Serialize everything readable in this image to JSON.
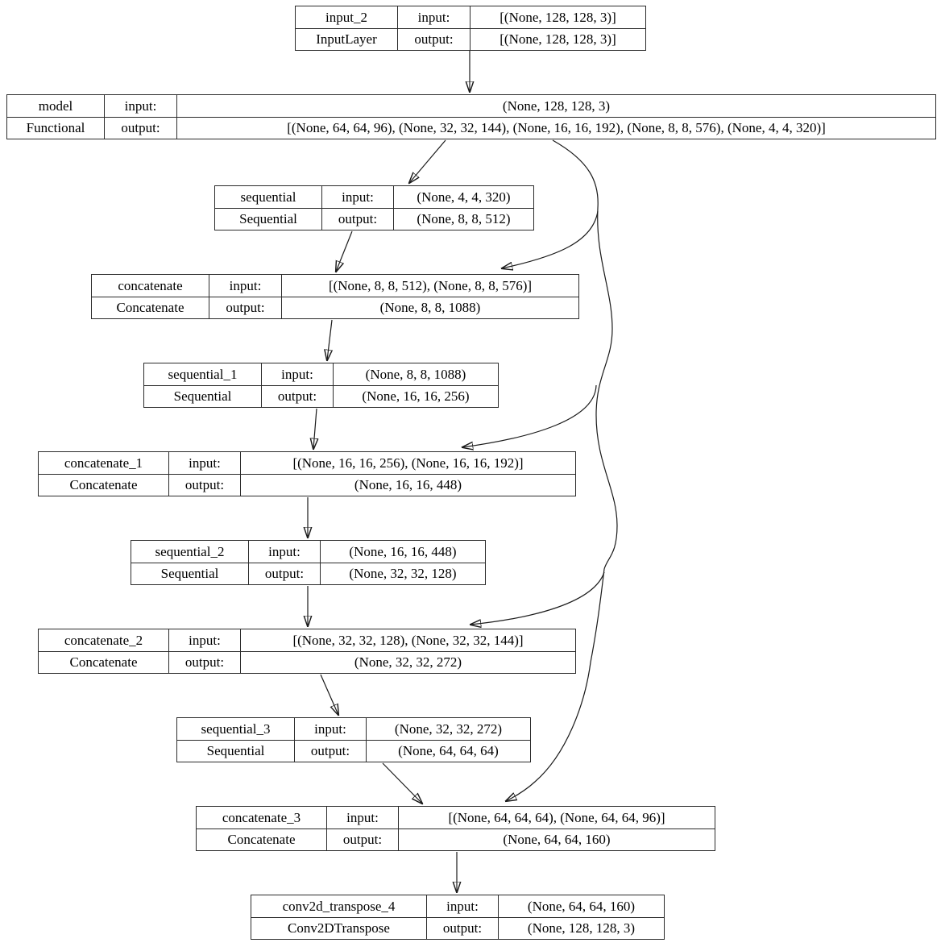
{
  "labels": {
    "input": "input:",
    "output": "output:"
  },
  "colors": {
    "background": "#ffffff",
    "border": "#2b2b2b",
    "text": "#000000",
    "edge": "#1a1a1a"
  },
  "nodes": [
    {
      "name": "input_2",
      "type": "InputLayer",
      "input": "[(None, 128, 128, 3)]",
      "output": "[(None, 128, 128, 3)]"
    },
    {
      "name": "model",
      "type": "Functional",
      "input": "(None, 128, 128, 3)",
      "output": "[(None, 64, 64, 96), (None, 32, 32, 144), (None, 16, 16, 192), (None, 8, 8, 576), (None, 4, 4, 320)]"
    },
    {
      "name": "sequential",
      "type": "Sequential",
      "input": "(None, 4, 4, 320)",
      "output": "(None, 8, 8, 512)"
    },
    {
      "name": "concatenate",
      "type": "Concatenate",
      "input": "[(None, 8, 8, 512), (None, 8, 8, 576)]",
      "output": "(None, 8, 8, 1088)"
    },
    {
      "name": "sequential_1",
      "type": "Sequential",
      "input": "(None, 8, 8, 1088)",
      "output": "(None, 16, 16, 256)"
    },
    {
      "name": "concatenate_1",
      "type": "Concatenate",
      "input": "[(None, 16, 16, 256), (None, 16, 16, 192)]",
      "output": "(None, 16, 16, 448)"
    },
    {
      "name": "sequential_2",
      "type": "Sequential",
      "input": "(None, 16, 16, 448)",
      "output": "(None, 32, 32, 128)"
    },
    {
      "name": "concatenate_2",
      "type": "Concatenate",
      "input": "[(None, 32, 32, 128), (None, 32, 32, 144)]",
      "output": "(None, 32, 32, 272)"
    },
    {
      "name": "sequential_3",
      "type": "Sequential",
      "input": "(None, 32, 32, 272)",
      "output": "(None, 64, 64, 64)"
    },
    {
      "name": "concatenate_3",
      "type": "Concatenate",
      "input": "[(None, 64, 64, 64), (None, 64, 64, 96)]",
      "output": "(None, 64, 64, 160)"
    },
    {
      "name": "conv2d_transpose_4",
      "type": "Conv2DTranspose",
      "input": "(None, 64, 64, 160)",
      "output": "(None, 128, 128, 3)"
    }
  ],
  "edges": [
    {
      "from": "input_2",
      "to": "model"
    },
    {
      "from": "model",
      "to": "sequential"
    },
    {
      "from": "model",
      "to": "concatenate"
    },
    {
      "from": "model",
      "to": "concatenate_1"
    },
    {
      "from": "model",
      "to": "concatenate_2"
    },
    {
      "from": "model",
      "to": "concatenate_3"
    },
    {
      "from": "sequential",
      "to": "concatenate"
    },
    {
      "from": "concatenate",
      "to": "sequential_1"
    },
    {
      "from": "sequential_1",
      "to": "concatenate_1"
    },
    {
      "from": "concatenate_1",
      "to": "sequential_2"
    },
    {
      "from": "sequential_2",
      "to": "concatenate_2"
    },
    {
      "from": "concatenate_2",
      "to": "sequential_3"
    },
    {
      "from": "sequential_3",
      "to": "concatenate_3"
    },
    {
      "from": "concatenate_3",
      "to": "conv2d_transpose_4"
    }
  ]
}
